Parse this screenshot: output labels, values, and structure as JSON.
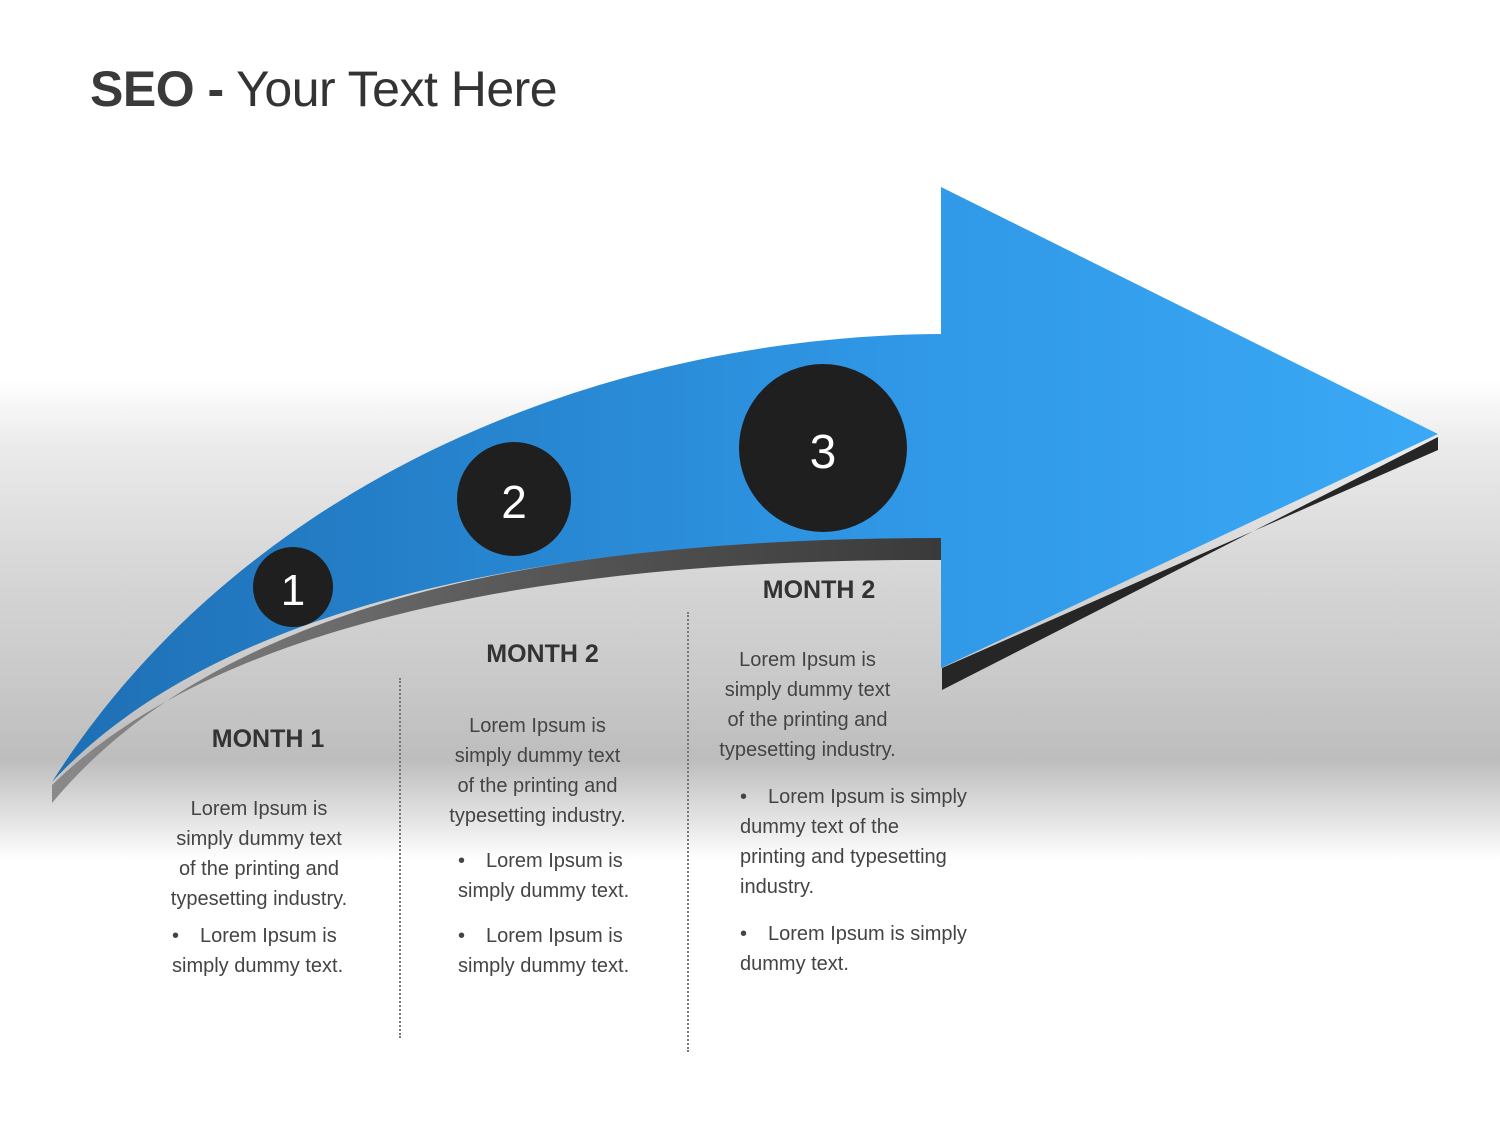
{
  "title": {
    "strong": "SEO -",
    "rest": " Your Text Here"
  },
  "colors": {
    "arrow_light": "#3aa9f6",
    "arrow_dark": "#1e6fb4",
    "shadow": "#2a2a2a",
    "circle": "#1f1f1f"
  },
  "steps": [
    {
      "number": "1"
    },
    {
      "number": "2"
    },
    {
      "number": "3"
    }
  ],
  "columns": [
    {
      "heading": "MONTH 1",
      "paragraph": [
        "Lorem Ipsum is",
        "simply dummy text",
        "of the printing and",
        "typesetting industry."
      ],
      "bullets": [
        [
          "Lorem Ipsum is",
          "simply dummy text."
        ]
      ]
    },
    {
      "heading": "MONTH 2",
      "paragraph": [
        "Lorem Ipsum is",
        "simply dummy text",
        "of the printing and",
        "typesetting industry."
      ],
      "bullets": [
        [
          "Lorem Ipsum is",
          "simply dummy text."
        ],
        [
          "Lorem Ipsum is",
          "simply dummy text."
        ]
      ]
    },
    {
      "heading": "MONTH 2",
      "paragraph": [
        "Lorem Ipsum is",
        "simply dummy text",
        "of the printing and",
        "typesetting industry."
      ],
      "bullets": [
        [
          "Lorem Ipsum is simply",
          "dummy text of the",
          "printing and typesetting",
          "industry."
        ],
        [
          "Lorem Ipsum is simply",
          "dummy text."
        ]
      ]
    }
  ]
}
